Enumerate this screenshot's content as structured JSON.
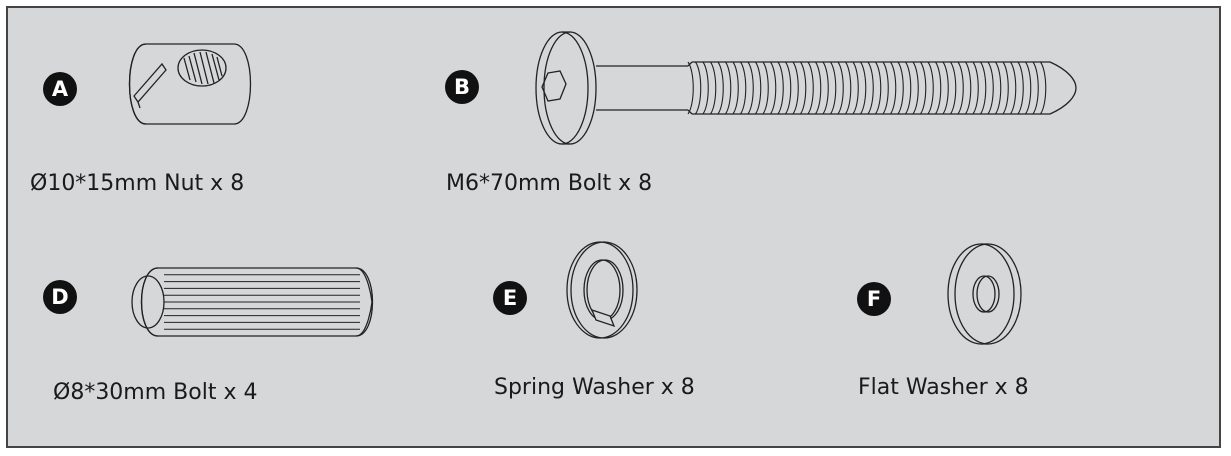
{
  "colors": {
    "panel_background": "#d6d7d8",
    "border": "#444444",
    "badge": "#111111",
    "line_art": "#222222"
  },
  "parts": [
    {
      "badge": "A",
      "label": "Ø10*15mm Nut x 8",
      "icon": "barrel-nut-icon"
    },
    {
      "badge": "B",
      "label": "M6*70mm Bolt x 8",
      "icon": "hex-socket-bolt-icon"
    },
    {
      "badge": "D",
      "label": "Ø8*30mm Bolt x 4",
      "icon": "fluted-dowel-icon"
    },
    {
      "badge": "E",
      "label": "Spring Washer x 8",
      "icon": "spring-washer-icon"
    },
    {
      "badge": "F",
      "label": "Flat Washer x 8",
      "icon": "flat-washer-icon"
    }
  ]
}
